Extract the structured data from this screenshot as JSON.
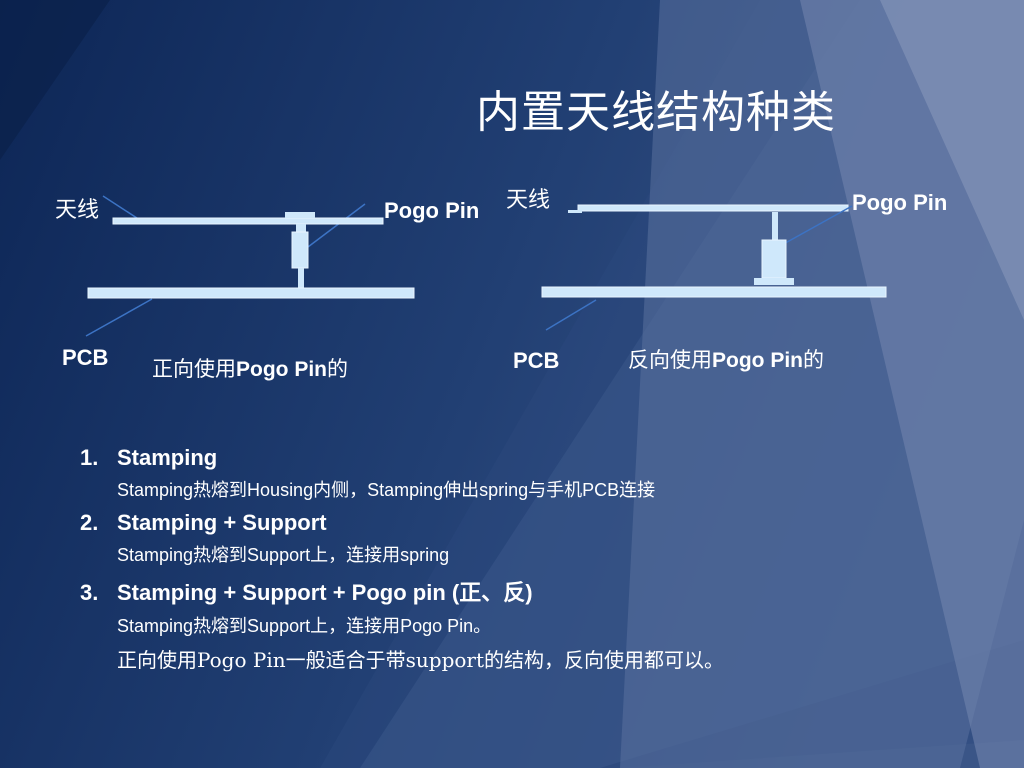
{
  "slide": {
    "title": "内置天线结构种类",
    "colors": {
      "background_dark": "#0f2a5c",
      "background_light": "#6478a5",
      "component": "#cfe8fb",
      "text": "#ffffff"
    }
  },
  "diagram_left": {
    "antenna_label": "天线",
    "pogo_label": "Pogo Pin",
    "pcb_label": "PCB",
    "caption_cn": "正向使用",
    "caption_en": "Pogo Pin",
    "caption_suffix": "的"
  },
  "diagram_right": {
    "antenna_label": "天线",
    "pogo_label": "Pogo Pin",
    "pcb_label": "PCB",
    "caption_cn": "反向使用",
    "caption_en": "Pogo Pin",
    "caption_suffix": "的"
  },
  "list": [
    {
      "number": "1.",
      "heading": "Stamping",
      "desc": "Stamping热熔到Housing内侧，Stamping伸出spring与手机PCB连接"
    },
    {
      "number": "2.",
      "heading": "Stamping + Support",
      "desc": "Stamping热熔到Support上，连接用spring"
    },
    {
      "number": "3.",
      "heading": "Stamping + Support + Pogo pin (正、反)",
      "desc": "Stamping热熔到Support上，连接用Pogo Pin。"
    }
  ],
  "note": "正向使用Pogo Pin一般适合于带support的结构，反向使用都可以。"
}
